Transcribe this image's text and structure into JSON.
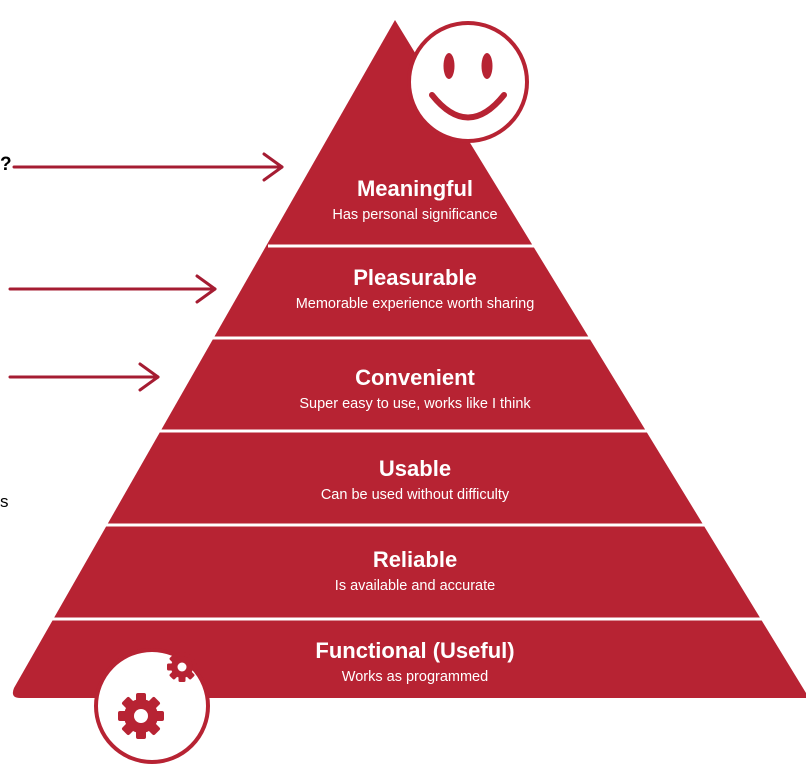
{
  "colors": {
    "pyramid": "#b72333",
    "arrow": "#a51c32",
    "separator": "#ffffff"
  },
  "left_cropped_text": {
    "question_mark": "?",
    "fragment": "s"
  },
  "arrows": [
    {
      "name": "meaningful-arrow",
      "target_tier": "Meaningful"
    },
    {
      "name": "pleasurable-arrow",
      "target_tier": "Pleasurable"
    },
    {
      "name": "convenient-arrow",
      "target_tier": "Convenient"
    }
  ],
  "tiers": [
    {
      "key": "meaningful",
      "title": "Meaningful",
      "subtitle": "Has personal significance"
    },
    {
      "key": "pleasurable",
      "title": "Pleasurable",
      "subtitle": "Memorable experience worth sharing"
    },
    {
      "key": "convenient",
      "title": "Convenient",
      "subtitle": "Super easy to use, works like I think"
    },
    {
      "key": "usable",
      "title": "Usable",
      "subtitle": "Can be used without difficulty"
    },
    {
      "key": "reliable",
      "title": "Reliable",
      "subtitle": "Is available and accurate"
    },
    {
      "key": "functional",
      "title": "Functional (Useful)",
      "subtitle": "Works as programmed"
    }
  ],
  "icons": {
    "top": "smiley-face-icon",
    "bottom": "gears-icon"
  }
}
